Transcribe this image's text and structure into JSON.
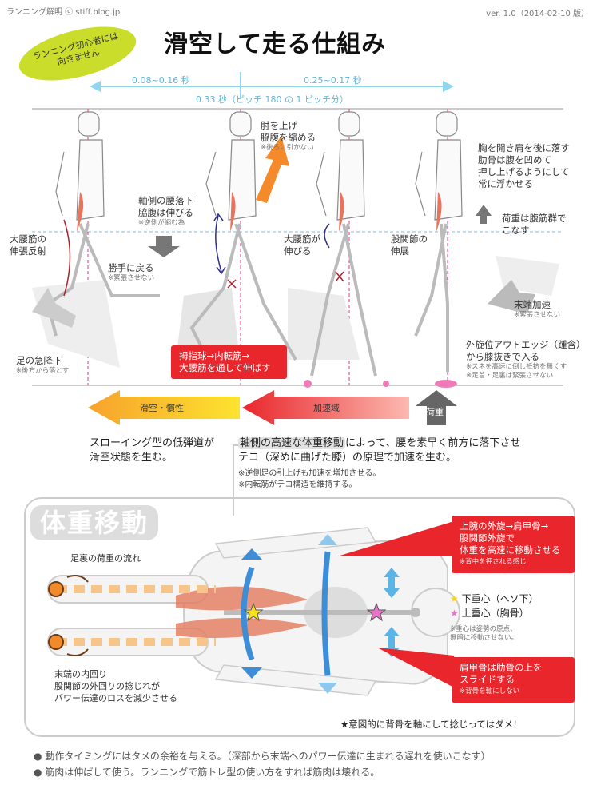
{
  "header": {
    "site": "ランニング解明 ⓒ stiff.blog.jp",
    "version": "ver. 1.0（2014-02-10 版）",
    "title": "滑空して走る仕組み",
    "badge_line1": "ランニング初心者には",
    "badge_line2": "向きません"
  },
  "timing": {
    "phase1": "0.08~0.16 秒",
    "phase2": "0.25~0.17 秒",
    "total": "0.33 秒（ピッチ 180 の 1 ピッチ分）"
  },
  "labels": {
    "hip_pull_1": "肘を上げ",
    "hip_pull_2": "脇腹を縮める",
    "hip_pull_note": "※後ろに引かない",
    "chest_1": "胸を開き肩を後に落す",
    "chest_2": "肋骨は腹を凹めて",
    "chest_3": "押し上げるようにして",
    "chest_4": "常に浮かせる",
    "axis_1": "軸側の腰落下",
    "axis_2": "脇腹は伸びる",
    "axis_note": "※逆側が縮む為",
    "load_1": "荷重は腹筋群で",
    "load_2": "こなす",
    "psoas_reflex_1": "大腰筋の",
    "psoas_reflex_2": "伸張反射",
    "return_1": "勝手に戻る",
    "return_note": "※緊張させない",
    "psoas_ext_1": "大腰筋が",
    "psoas_ext_2": "伸びる",
    "hip_ext_1": "股関節の",
    "hip_ext_2": "伸展",
    "tip_accel": "末端加速",
    "tip_note": "※緊張させない",
    "foot_drop": "足の急降下",
    "foot_note": "※後方から落とす",
    "red_1": "拇指球→内転筋→",
    "red_2": "大腰筋を通して伸ばす",
    "outer_1": "外旋位アウトエッジ（踵含）",
    "outer_2": "から膝抜きで入る",
    "outer_note1": "※スネを高速に倒し抵抗を無くす",
    "outer_note2": "※足首・足裏は緊張させない"
  },
  "arrows": {
    "glide": "滑空・慣性",
    "accel": "加速域",
    "load": "荷重"
  },
  "mid_text": {
    "left_1": "スローイング型の低弾道が",
    "left_2": "滑空状態を生む。",
    "right_hl": "軸側の高速な体重移動",
    "right_1": "によって、腰を素早く前方に落下させ",
    "right_2": "テコ（深めに曲げた膝）の原理で加速を生む。",
    "note_1": "※逆側足の引上げも加速を増加させる。",
    "note_2": "※内転筋がテコ構造を維持する。"
  },
  "bottom_section": {
    "pill": "体重移動",
    "sole_flow": "足裏の荷重の流れ",
    "tip_rot_1": "末端の内回り",
    "tip_rot_2": "股関節の外回りの捻じれが",
    "tip_rot_3": "パワー伝達のロスを減少させる",
    "red_top_1": "上腕の外旋→肩甲骨→",
    "red_top_2": "股関節外旋で",
    "red_top_3": "体重を高速に移動させる",
    "red_top_note": "※背中を押される感じ",
    "legend_lower": "下重心（ヘソ下）",
    "legend_upper": "上重心（胸骨）",
    "legend_note_1": "※重心は姿勢の原点、",
    "legend_note_2": "無暗に移動させない。",
    "red_bot_1": "肩甲骨は肋骨の上を",
    "red_bot_2": "スライドする",
    "red_bot_note": "※背骨を軸にしない",
    "warning": "★意図的に背骨を軸にして捻じってはダメ！"
  },
  "footer": {
    "bullet_1": "● 動作タイミングにはタメの余裕を与える。（深部から末端へのパワー伝達に生まれる遅れを使いこなす）",
    "bullet_2": "● 筋肉は伸ばして使う。ランニングで筋トレ型の使い方をすれば筋肉は壊れる。"
  },
  "colors": {
    "red": "#e8262c",
    "cyan": "#7dd3ee",
    "orange": "#f58a2a",
    "gold": "#f6c22e",
    "green_badge": "#c9dd2a"
  }
}
